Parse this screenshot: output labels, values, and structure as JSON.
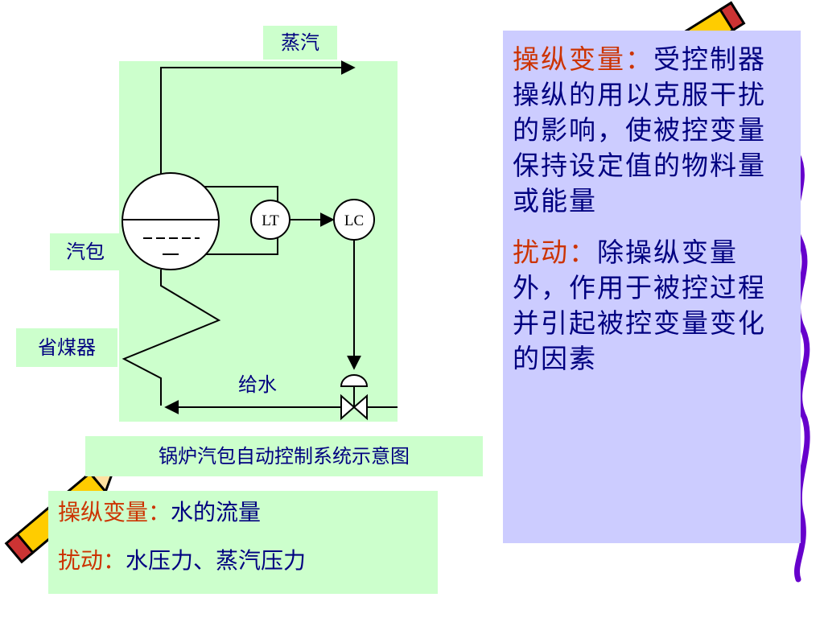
{
  "diagram": {
    "steam_label": "蒸汽",
    "drum_label": "汽包",
    "economizer_label": "省煤器",
    "feedwater_label": "给水",
    "lt_label": "LT",
    "lc_label": "LC",
    "caption": "锅炉汽包自动控制系统示意图"
  },
  "side_panel": {
    "manipulated_term": "操纵变量：",
    "manipulated_definition": "受控制器操纵的用以克服干扰的影响，使被控变量保持设定值的物料量或能量",
    "disturbance_term": "扰动：",
    "disturbance_definition": "除操纵变量外，作用于被控过程并引起被控变量变化的因素"
  },
  "bottom_panel": {
    "manipulated_term": "操纵变量：",
    "manipulated_value": "水的流量",
    "disturbance_term": "扰动：",
    "disturbance_value": "水压力、蒸汽压力"
  },
  "colors": {
    "panel_green": "#ccffcc",
    "panel_lavender": "#ccccff",
    "text_navy": "#000080",
    "term_red": "#cc3300",
    "pencil_yellow": "#ffcc00",
    "border_purple": "#6600cc"
  },
  "icons": [
    "pencil-icon",
    "control-valve-icon"
  ]
}
